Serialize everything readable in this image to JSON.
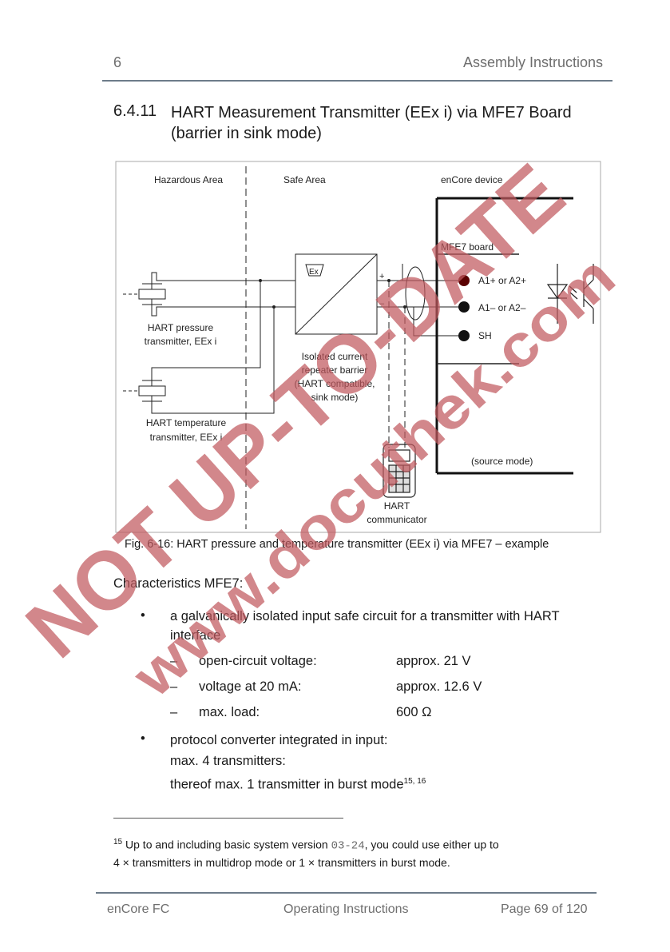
{
  "header": {
    "chapter": "6",
    "title": "Assembly Instructions"
  },
  "section": {
    "number": "6.4.11",
    "title": "HART Measurement Transmitter (EEx i) via MFE7 Board (barrier in sink mode)"
  },
  "diagram": {
    "area_hazardous": "Hazardous Area",
    "area_safe": "Safe Area",
    "area_device": "enCore device",
    "board": "MFE7 board",
    "terminal_a1plus": "A1+ or A2+",
    "terminal_a1minus": "A1– or A2–",
    "terminal_sh": "SH",
    "pressure_l1": "HART pressure",
    "pressure_l2": "transmitter, EEx i",
    "temp_l1": "HART temperature",
    "temp_l2": "transmitter, EEx i",
    "barrier_l1": "Isolated current",
    "barrier_l2": "repeater barrier",
    "barrier_l3": "(HART compatible,",
    "barrier_l4": "sink mode)",
    "plus": "+",
    "minus": "–",
    "source_mode": "(source mode)",
    "comm_l1": "HART",
    "comm_l2": "communicator",
    "ex_mark": "Ex"
  },
  "figure_caption": "Fig. 6-16: HART pressure and temperature transmitter (EEx i) via MFE7 – example",
  "characteristics": {
    "heading": "Characteristics MFE7:",
    "bullet1_l1": "a galvanically isolated input safe circuit for a transmitter with HART",
    "bullet1_l2": "interface",
    "specs": [
      {
        "dash": "–",
        "label": "open-circuit voltage:",
        "value": "approx. 21 V"
      },
      {
        "dash": "–",
        "label": "voltage at 20 mA:",
        "value": "approx. 12.6 V"
      },
      {
        "dash": "–",
        "label": "max. load:",
        "value": "600 Ω"
      }
    ],
    "bullet_symbol": "•",
    "bullet2_l1": "protocol converter integrated in input:",
    "bullet2_l2": "max. 4 transmitters:",
    "bullet2_l3": "thereof max. 1 transmitter in burst mode",
    "bullet2_sup": "15, 16"
  },
  "footnote": {
    "number": "15",
    "text_before": "Up to and including basic system version ",
    "version": "03-24",
    "text_after": ", you could use either up to",
    "line2": "4 × transmitters in multidrop mode or 1 × transmitters in burst mode."
  },
  "footer": {
    "left": "enCore FC",
    "center": "Operating Instructions",
    "right": "Page 69 of 120"
  },
  "watermark": {
    "line1": "NOT UP-TO-DATE",
    "line2": "www.docuthek.com",
    "color": "#c0595e"
  }
}
